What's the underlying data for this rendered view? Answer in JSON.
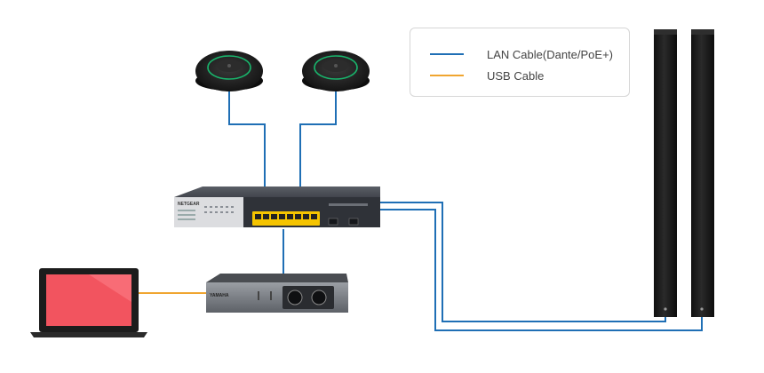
{
  "legend": {
    "items": [
      {
        "label": "LAN Cable(Dante/PoE+)",
        "color": "#1f6fb5"
      },
      {
        "label": "USB Cable",
        "color": "#f0a530"
      }
    ]
  },
  "colors": {
    "lan": "#1f6fb5",
    "usb": "#f0a530",
    "device_dark": "#1b1b1b",
    "switch_body": "#3c3f47",
    "port_yellow": "#f5c400",
    "laptop_screen": "#f2545f"
  },
  "devices": {
    "switch_brand": "NETGEAR",
    "interface_brand": "YAMAHA"
  }
}
